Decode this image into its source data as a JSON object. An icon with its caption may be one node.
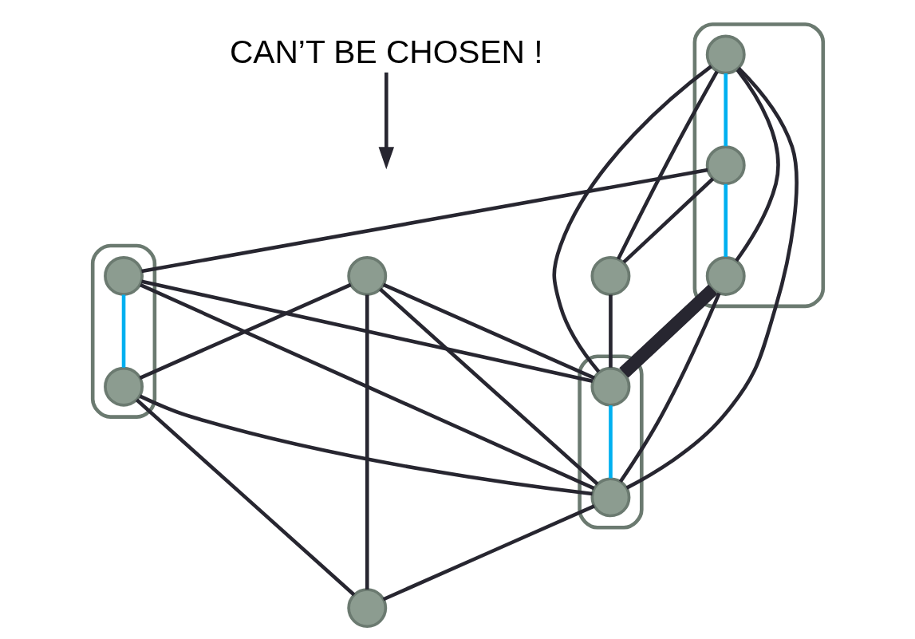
{
  "diagram": {
    "nodes": [
      {
        "text": [
          "CAN’T BE CHOSEN !"
        ]
      },
      {
        "text": [],
        "shape": "ellipse"
      },
      {
        "text": [],
        "shape": "circle",
        "in": 1
      },
      {
        "text": [],
        "shape": "circle",
        "in": 1
      },
      {
        "text": [],
        "shape": "circle",
        "in": 1
      },
      {
        "text": [],
        "shape": "ellipse"
      },
      {
        "text": [],
        "shape": "circle",
        "in": 5
      },
      {
        "text": [],
        "shape": "circle",
        "in": 5
      },
      {
        "text": [],
        "shape": "circle"
      },
      {
        "text": [],
        "shape": "circle"
      },
      {
        "text": [],
        "shape": "ellipse"
      },
      {
        "text": [],
        "shape": "circle",
        "in": 10
      },
      {
        "text": [],
        "shape": "circle",
        "in": 10
      },
      {
        "text": [],
        "shape": "circle"
      }
    ],
    "edges": [
      {
        "from": 0,
        "to": null,
        "arrow": "to"
      },
      {
        "from": 2,
        "to": 3,
        "arrow": "none",
        "color": "#00b0f0"
      },
      {
        "from": 3,
        "to": 4,
        "arrow": "none",
        "color": "#00b0f0"
      },
      {
        "from": 2,
        "to": 4,
        "arrow": "none"
      },
      {
        "from": 3,
        "to": 6,
        "arrow": "none"
      },
      {
        "from": 6,
        "to": 7,
        "arrow": "none",
        "color": "#00b0f0"
      },
      {
        "from": 4,
        "to": 11,
        "arrow": "none",
        "style": "thick"
      },
      {
        "from": 4,
        "to": 12,
        "arrow": "none"
      },
      {
        "from": 2,
        "to": 9,
        "arrow": "none"
      },
      {
        "from": 3,
        "to": 9,
        "arrow": "none"
      },
      {
        "from": 2,
        "to": 11,
        "arrow": "none"
      },
      {
        "from": 2,
        "to": 12,
        "arrow": "none"
      },
      {
        "from": 9,
        "to": 11,
        "arrow": "none"
      },
      {
        "from": 11,
        "to": 12,
        "arrow": "none",
        "color": "#00b0f0"
      },
      {
        "from": 6,
        "to": 11,
        "arrow": "none"
      },
      {
        "from": 8,
        "to": 11,
        "arrow": "none"
      },
      {
        "from": 6,
        "to": 12,
        "arrow": "none"
      },
      {
        "from": 8,
        "to": 7,
        "arrow": "none"
      },
      {
        "from": 8,
        "to": 12,
        "arrow": "none"
      },
      {
        "from": 8,
        "to": 13,
        "arrow": "none"
      },
      {
        "from": 7,
        "to": 12,
        "arrow": "none"
      },
      {
        "from": 7,
        "to": 13,
        "arrow": "none"
      },
      {
        "from": 12,
        "to": 13,
        "arrow": "none"
      }
    ]
  }
}
